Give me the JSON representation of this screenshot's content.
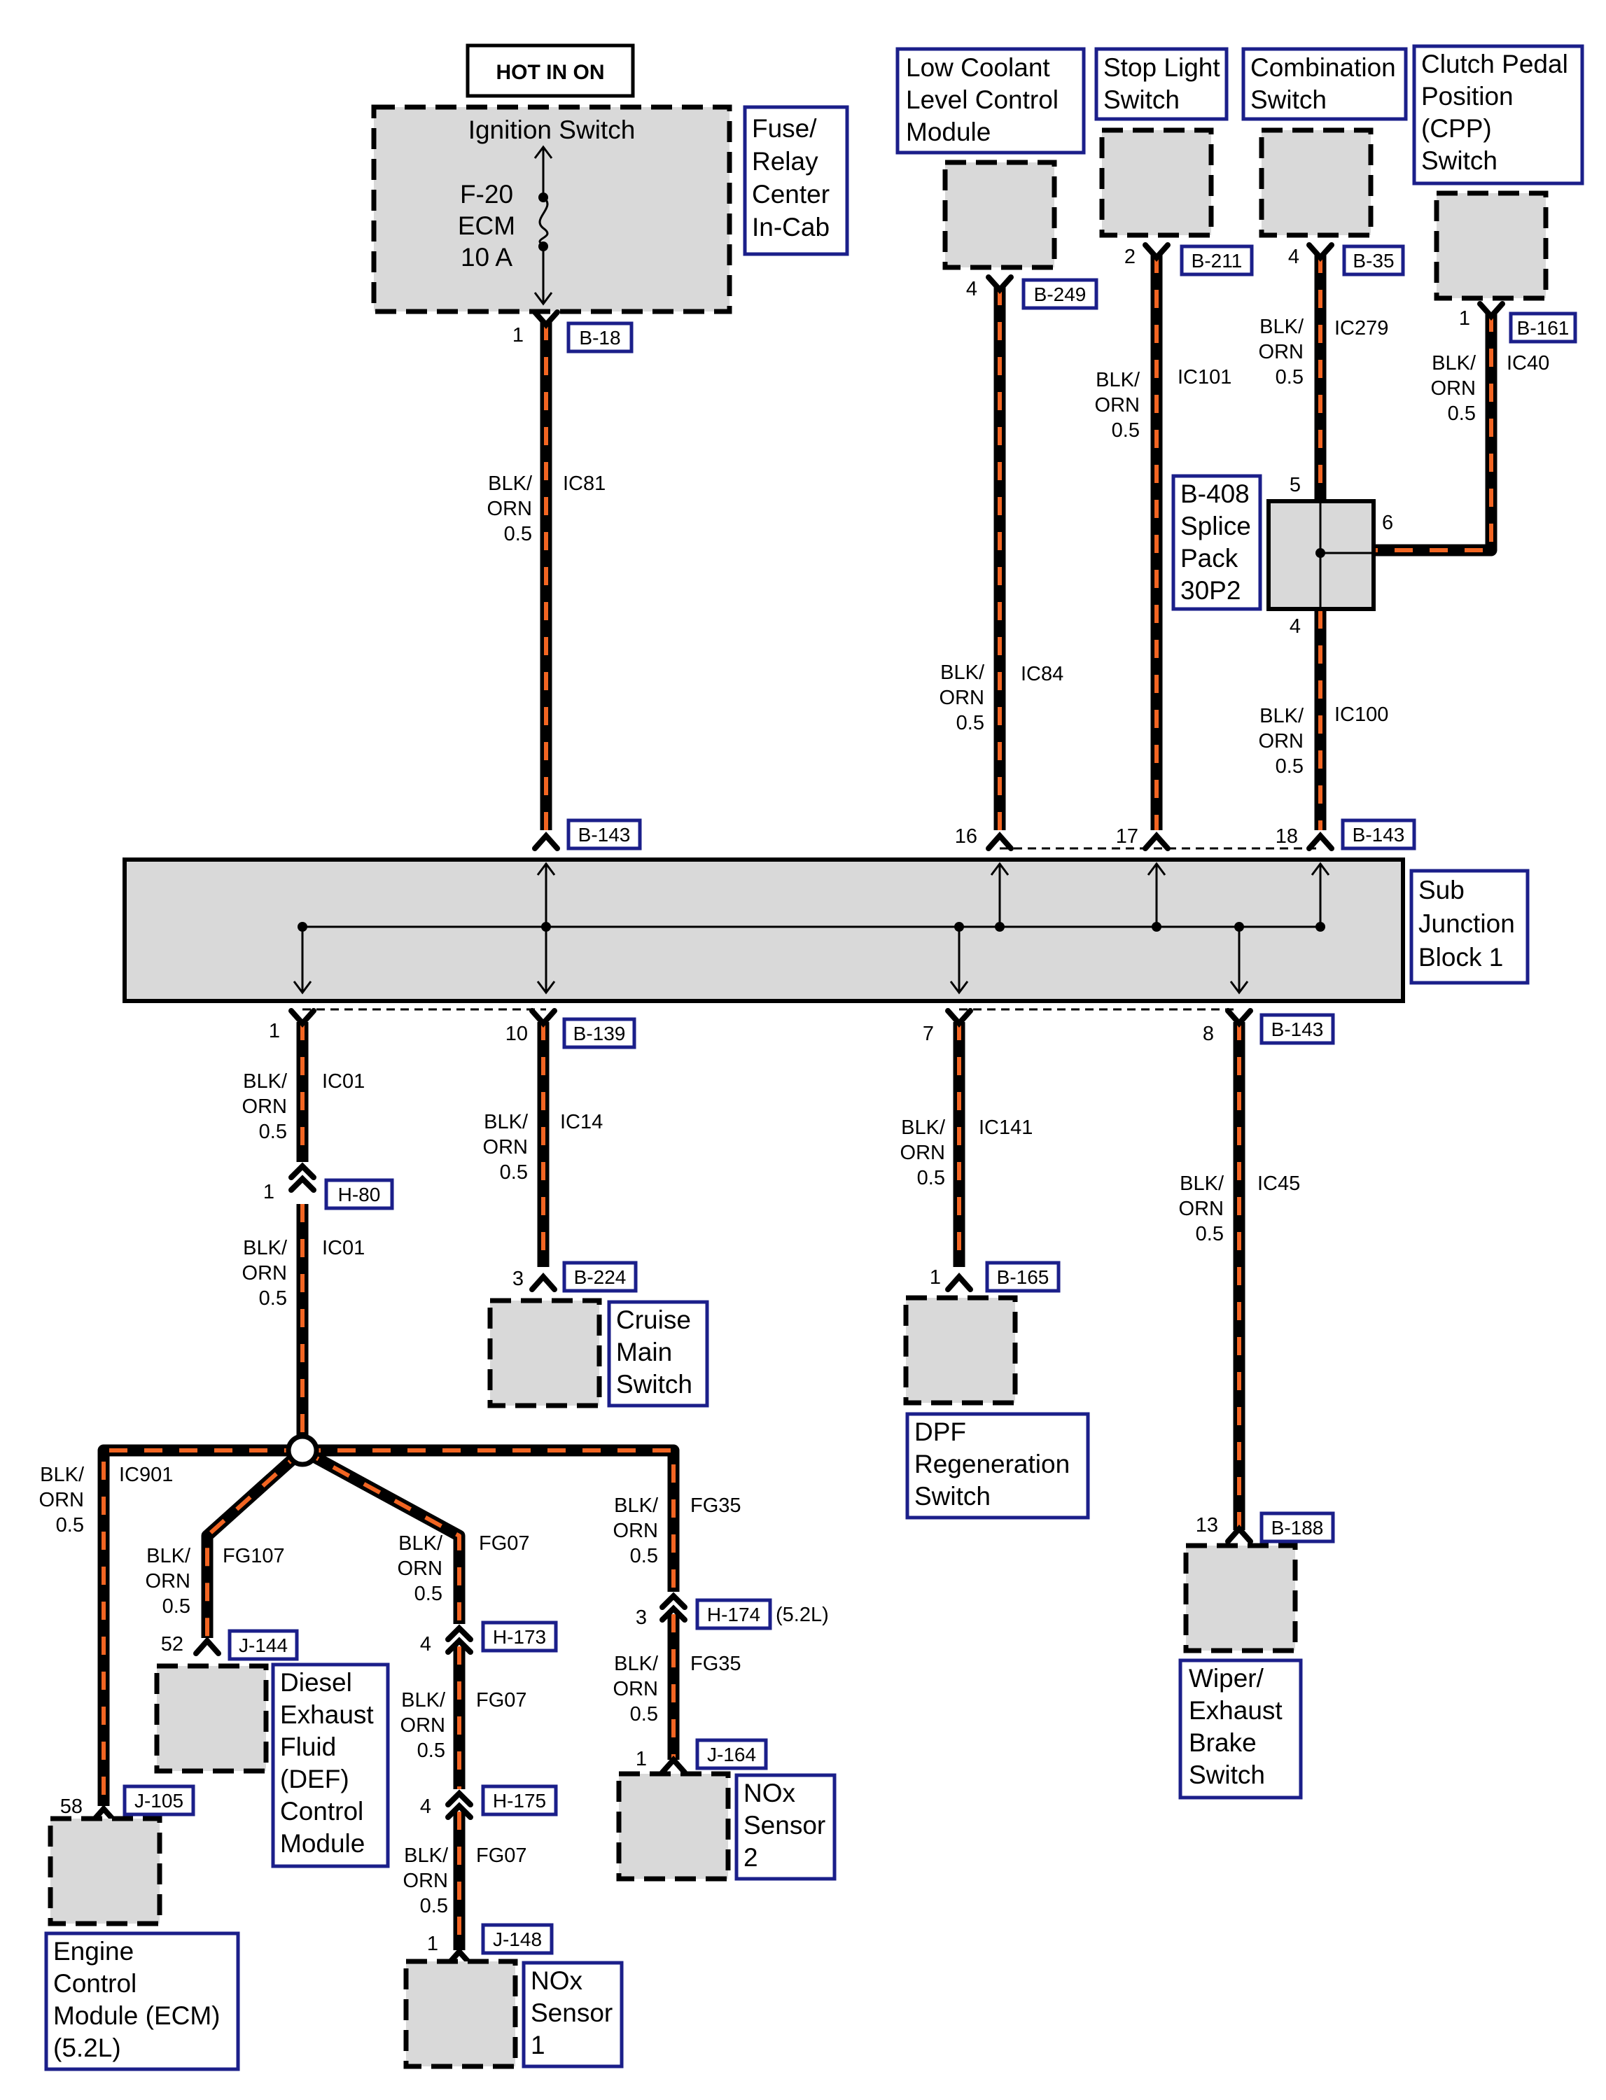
{
  "colors": {
    "wire_base": "#000000",
    "wire_stripe": "#f26522",
    "component_fill": "#d9d9d9",
    "label_border": "#1b1f8a"
  },
  "header": {
    "hot_label": "HOT IN ON"
  },
  "ignition": {
    "title": "Ignition Switch",
    "fuse_lines": [
      "F-20",
      "ECM",
      "10 A"
    ],
    "panel_label": [
      "Fuse/",
      "Relay",
      "Center",
      "In-Cab"
    ]
  },
  "components": {
    "low_coolant": [
      "Low Coolant",
      "Level Control",
      "Module"
    ],
    "stop_light": [
      "Stop Light",
      "Switch"
    ],
    "combination": [
      "Combination",
      "Switch"
    ],
    "cpp": [
      "Clutch Pedal",
      "Position",
      "(CPP)",
      "Switch"
    ],
    "splice": [
      "B-408",
      "Splice",
      "Pack",
      "30P2"
    ],
    "junction": [
      "Sub",
      "Junction",
      "Block 1"
    ],
    "cruise": [
      "Cruise",
      "Main",
      "Switch"
    ],
    "dpf": [
      "DPF",
      "Regeneration",
      "Switch"
    ],
    "wiper": [
      "Wiper/",
      "Exhaust",
      "Brake",
      "Switch"
    ],
    "def": [
      "Diesel",
      "Exhaust",
      "Fluid",
      "(DEF)",
      "Control",
      "Module"
    ],
    "nox2": [
      "NOx",
      "Sensor",
      "2"
    ],
    "nox1": [
      "NOx",
      "Sensor",
      "1"
    ],
    "ecm": [
      "Engine",
      "Control",
      "Module (ECM)",
      "(5.2L)"
    ]
  },
  "wire_spec": [
    "BLK/",
    "ORN",
    "0.5"
  ],
  "circuits": {
    "ic81": "IC81",
    "ic84": "IC84",
    "ic101": "IC101",
    "ic279": "IC279",
    "ic40": "IC40",
    "ic100": "IC100",
    "ic01_a": "IC01",
    "ic01_b": "IC01",
    "ic14": "IC14",
    "ic141": "IC141",
    "ic45": "IC45",
    "ic901": "IC901",
    "fg107": "FG107",
    "fg07_a": "FG07",
    "fg07_b": "FG07",
    "fg07_c": "FG07",
    "fg35_a": "FG35",
    "fg35_b": "FG35"
  },
  "connectors": {
    "b18": "B-18",
    "b249": "B-249",
    "b211": "B-211",
    "b35": "B-35",
    "b161": "B-161",
    "b143_top_left": "B-143",
    "b143_top_right": "B-143",
    "b139": "B-139",
    "b143_bottom": "B-143",
    "h80": "H-80",
    "b224": "B-224",
    "b165": "B-165",
    "b188": "B-188",
    "h173": "H-173",
    "h174": "H-174",
    "h175": "H-175",
    "j144": "J-144",
    "j164": "J-164",
    "j148": "J-148",
    "j105": "J-105"
  },
  "notes": {
    "h174_variant": "(5.2L)"
  },
  "pins": {
    "b18": "1",
    "b249": "4",
    "b211": "2",
    "b35": "4",
    "b161": "1",
    "splice_in": "5",
    "splice_side": "6",
    "splice_out": "4",
    "jb_16": "16",
    "jb_17": "17",
    "jb_18": "18",
    "jb_1": "1",
    "jb_10": "10",
    "jb_7": "7",
    "jb_8": "8",
    "h80": "1",
    "b224": "3",
    "b165": "1",
    "b188": "13",
    "j144": "52",
    "h173": "4",
    "h174": "3",
    "h175": "4",
    "j164": "1",
    "j148": "1",
    "j105": "58"
  }
}
